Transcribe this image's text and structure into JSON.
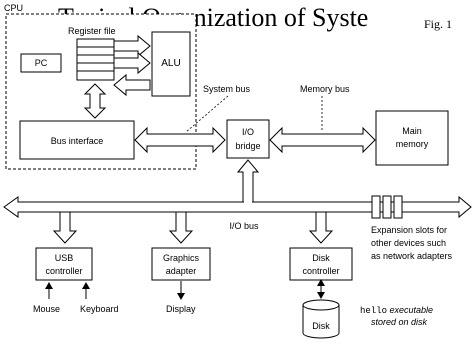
{
  "title": "Typical Organization of Syste",
  "fig_label": "Fig. 1",
  "cpu": {
    "label": "CPU",
    "register_file": "Register file",
    "pc": "PC",
    "alu": "ALU",
    "bus_interface": "Bus interface"
  },
  "buses": {
    "system_bus": "System bus",
    "memory_bus": "Memory bus",
    "io_bus": "I/O bus"
  },
  "io_bridge": {
    "line1": "I/O",
    "line2": "bridge"
  },
  "main_memory": {
    "line1": "Main",
    "line2": "memory"
  },
  "usb_controller": {
    "line1": "USB",
    "line2": "controller"
  },
  "graphics_adapter": {
    "line1": "Graphics",
    "line2": "adapter"
  },
  "disk_controller": {
    "line1": "Disk",
    "line2": "controller"
  },
  "devices": {
    "mouse": "Mouse",
    "keyboard": "Keyboard",
    "display": "Display",
    "disk": "Disk"
  },
  "expansion": {
    "line1": "Expansion slots for",
    "line2": "other devices such",
    "line3": "as network adapters"
  },
  "hello_note": {
    "code": "hello",
    "line1_rest": " executable",
    "line2": "stored on disk"
  }
}
